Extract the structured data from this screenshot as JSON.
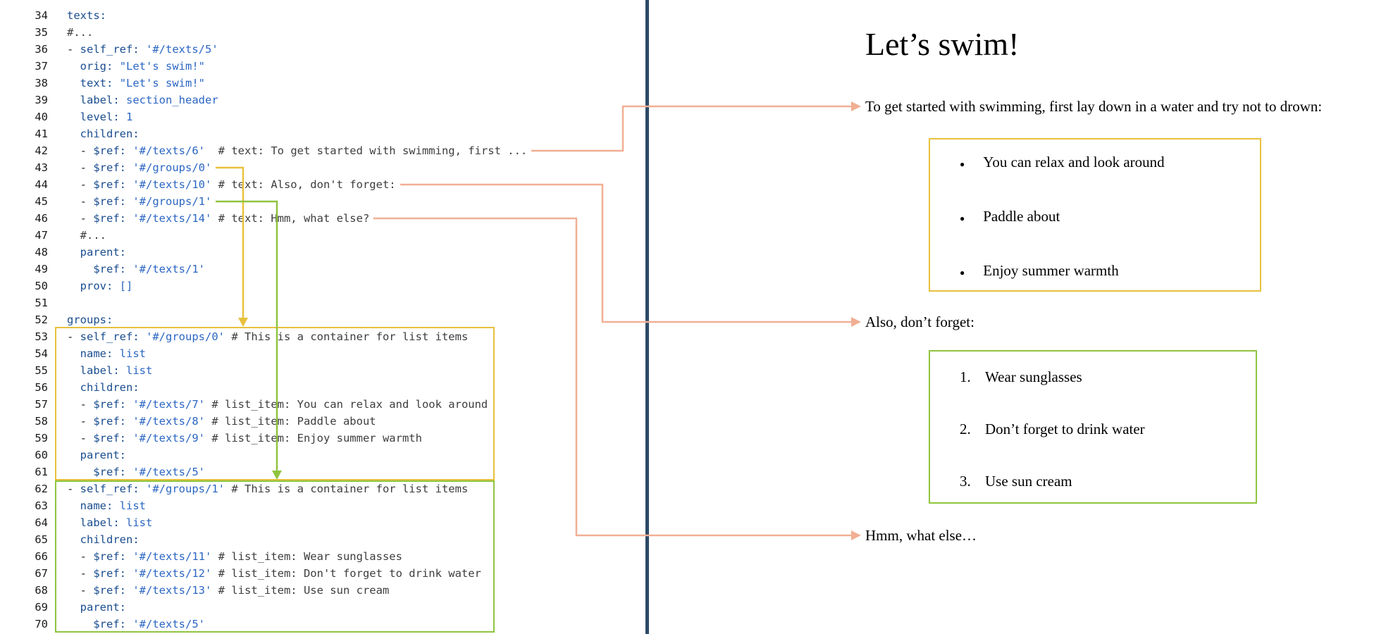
{
  "colors": {
    "key": "#1a4d8f",
    "value": "#2b66c4",
    "comment": "#3d3d3d",
    "plain": "#1f1f1f",
    "linenum": "#1a1a1a",
    "salmon": "#f1af93",
    "yellow": "#e7c13d",
    "green": "#8fc43e",
    "divider": "#2c4a68"
  },
  "code_panel": {
    "lines": [
      {
        "n": "34",
        "t": [
          [
            "k",
            "texts:"
          ]
        ]
      },
      {
        "n": "35",
        "t": [
          [
            "c",
            "#..."
          ]
        ]
      },
      {
        "n": "36",
        "t": [
          [
            "p",
            "- "
          ],
          [
            "k",
            "self_ref:"
          ],
          [
            "p",
            " "
          ],
          [
            "s",
            "'#/texts/5'"
          ]
        ]
      },
      {
        "n": "37",
        "t": [
          [
            "p",
            "  "
          ],
          [
            "k",
            "orig:"
          ],
          [
            "p",
            " "
          ],
          [
            "s",
            "\"Let's swim!\""
          ]
        ]
      },
      {
        "n": "38",
        "t": [
          [
            "p",
            "  "
          ],
          [
            "k",
            "text:"
          ],
          [
            "p",
            " "
          ],
          [
            "s",
            "\"Let's swim!\""
          ]
        ]
      },
      {
        "n": "39",
        "t": [
          [
            "p",
            "  "
          ],
          [
            "k",
            "label:"
          ],
          [
            "p",
            " "
          ],
          [
            "s",
            "section_header"
          ]
        ]
      },
      {
        "n": "40",
        "t": [
          [
            "p",
            "  "
          ],
          [
            "k",
            "level:"
          ],
          [
            "p",
            " "
          ],
          [
            "s",
            "1"
          ]
        ]
      },
      {
        "n": "41",
        "t": [
          [
            "p",
            "  "
          ],
          [
            "k",
            "children:"
          ]
        ]
      },
      {
        "n": "42",
        "t": [
          [
            "p",
            "  - "
          ],
          [
            "k",
            "$ref:"
          ],
          [
            "p",
            " "
          ],
          [
            "s",
            "'#/texts/6'"
          ],
          [
            "c",
            "  # text: To get started with swimming, first ..."
          ]
        ]
      },
      {
        "n": "43",
        "t": [
          [
            "p",
            "  - "
          ],
          [
            "k",
            "$ref:"
          ],
          [
            "p",
            " "
          ],
          [
            "s",
            "'#/groups/0'"
          ]
        ]
      },
      {
        "n": "44",
        "t": [
          [
            "p",
            "  - "
          ],
          [
            "k",
            "$ref:"
          ],
          [
            "p",
            " "
          ],
          [
            "s",
            "'#/texts/10'"
          ],
          [
            "c",
            " # text: Also, don't forget:"
          ]
        ]
      },
      {
        "n": "45",
        "t": [
          [
            "p",
            "  - "
          ],
          [
            "k",
            "$ref:"
          ],
          [
            "p",
            " "
          ],
          [
            "s",
            "'#/groups/1'"
          ]
        ]
      },
      {
        "n": "46",
        "t": [
          [
            "p",
            "  - "
          ],
          [
            "k",
            "$ref:"
          ],
          [
            "p",
            " "
          ],
          [
            "s",
            "'#/texts/14'"
          ],
          [
            "c",
            " # text: Hmm, what else?"
          ]
        ]
      },
      {
        "n": "47",
        "t": [
          [
            "p",
            "  "
          ],
          [
            "c",
            "#..."
          ]
        ]
      },
      {
        "n": "48",
        "t": [
          [
            "p",
            "  "
          ],
          [
            "k",
            "parent:"
          ]
        ]
      },
      {
        "n": "49",
        "t": [
          [
            "p",
            "    "
          ],
          [
            "k",
            "$ref:"
          ],
          [
            "p",
            " "
          ],
          [
            "s",
            "'#/texts/1'"
          ]
        ]
      },
      {
        "n": "50",
        "t": [
          [
            "p",
            "  "
          ],
          [
            "k",
            "prov:"
          ],
          [
            "p",
            " "
          ],
          [
            "s",
            "[]"
          ]
        ]
      },
      {
        "n": "51",
        "t": []
      },
      {
        "n": "52",
        "t": [
          [
            "k",
            "groups:"
          ]
        ]
      },
      {
        "n": "53",
        "t": [
          [
            "p",
            "- "
          ],
          [
            "k",
            "self_ref:"
          ],
          [
            "p",
            " "
          ],
          [
            "s",
            "'#/groups/0'"
          ],
          [
            "c",
            " # This is a container for list items"
          ]
        ]
      },
      {
        "n": "54",
        "t": [
          [
            "p",
            "  "
          ],
          [
            "k",
            "name:"
          ],
          [
            "p",
            " "
          ],
          [
            "s",
            "list"
          ]
        ]
      },
      {
        "n": "55",
        "t": [
          [
            "p",
            "  "
          ],
          [
            "k",
            "label:"
          ],
          [
            "p",
            " "
          ],
          [
            "s",
            "list"
          ]
        ]
      },
      {
        "n": "56",
        "t": [
          [
            "p",
            "  "
          ],
          [
            "k",
            "children:"
          ]
        ]
      },
      {
        "n": "57",
        "t": [
          [
            "p",
            "  - "
          ],
          [
            "k",
            "$ref:"
          ],
          [
            "p",
            " "
          ],
          [
            "s",
            "'#/texts/7'"
          ],
          [
            "c",
            " # list_item: You can relax and look around"
          ]
        ]
      },
      {
        "n": "58",
        "t": [
          [
            "p",
            "  - "
          ],
          [
            "k",
            "$ref:"
          ],
          [
            "p",
            " "
          ],
          [
            "s",
            "'#/texts/8'"
          ],
          [
            "c",
            " # list_item: Paddle about"
          ]
        ]
      },
      {
        "n": "59",
        "t": [
          [
            "p",
            "  - "
          ],
          [
            "k",
            "$ref:"
          ],
          [
            "p",
            " "
          ],
          [
            "s",
            "'#/texts/9'"
          ],
          [
            "c",
            " # list_item: Enjoy summer warmth"
          ]
        ]
      },
      {
        "n": "60",
        "t": [
          [
            "p",
            "  "
          ],
          [
            "k",
            "parent:"
          ]
        ]
      },
      {
        "n": "61",
        "t": [
          [
            "p",
            "    "
          ],
          [
            "k",
            "$ref:"
          ],
          [
            "p",
            " "
          ],
          [
            "s",
            "'#/texts/5'"
          ]
        ]
      },
      {
        "n": "62",
        "t": [
          [
            "p",
            "- "
          ],
          [
            "k",
            "self_ref:"
          ],
          [
            "p",
            " "
          ],
          [
            "s",
            "'#/groups/1'"
          ],
          [
            "c",
            " # This is a container for list items"
          ]
        ]
      },
      {
        "n": "63",
        "t": [
          [
            "p",
            "  "
          ],
          [
            "k",
            "name:"
          ],
          [
            "p",
            " "
          ],
          [
            "s",
            "list"
          ]
        ]
      },
      {
        "n": "64",
        "t": [
          [
            "p",
            "  "
          ],
          [
            "k",
            "label:"
          ],
          [
            "p",
            " "
          ],
          [
            "s",
            "list"
          ]
        ]
      },
      {
        "n": "65",
        "t": [
          [
            "p",
            "  "
          ],
          [
            "k",
            "children:"
          ]
        ]
      },
      {
        "n": "66",
        "t": [
          [
            "p",
            "  - "
          ],
          [
            "k",
            "$ref:"
          ],
          [
            "p",
            " "
          ],
          [
            "s",
            "'#/texts/11'"
          ],
          [
            "c",
            " # list_item: Wear sunglasses"
          ]
        ]
      },
      {
        "n": "67",
        "t": [
          [
            "p",
            "  - "
          ],
          [
            "k",
            "$ref:"
          ],
          [
            "p",
            " "
          ],
          [
            "s",
            "'#/texts/12'"
          ],
          [
            "c",
            " # list_item: Don't forget to drink water"
          ]
        ]
      },
      {
        "n": "68",
        "t": [
          [
            "p",
            "  - "
          ],
          [
            "k",
            "$ref:"
          ],
          [
            "p",
            " "
          ],
          [
            "s",
            "'#/texts/13'"
          ],
          [
            "c",
            " # list_item: Use sun cream"
          ]
        ]
      },
      {
        "n": "69",
        "t": [
          [
            "p",
            "  "
          ],
          [
            "k",
            "parent:"
          ]
        ]
      },
      {
        "n": "70",
        "t": [
          [
            "p",
            "    "
          ],
          [
            "k",
            "$ref:"
          ],
          [
            "p",
            " "
          ],
          [
            "s",
            "'#/texts/5'"
          ]
        ]
      }
    ]
  },
  "doc_panel": {
    "title": "Let’s swim!",
    "para_intro": "To get started with swimming, first lay down in a water and try not to drown:",
    "bullet_glyph": "●",
    "bullets": [
      "You can relax and look around",
      "Paddle about",
      "Enjoy summer warmth"
    ],
    "para_also": "Also, don’t forget:",
    "numbered": [
      "Wear sunglasses",
      "Don’t forget to drink water",
      "Use sun cream"
    ],
    "para_hmm": "Hmm, what else…"
  }
}
